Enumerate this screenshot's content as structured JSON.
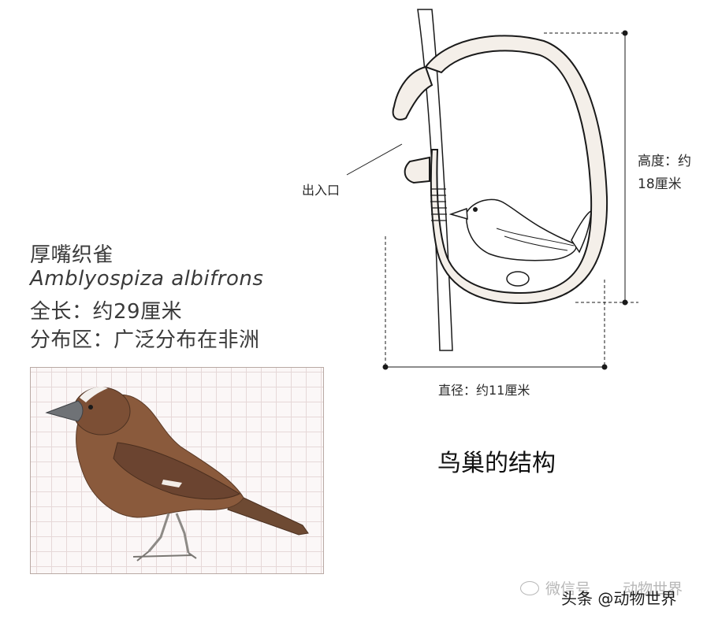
{
  "species": {
    "common_name": "厚嘴织雀",
    "scientific_name": "Amblyospiza albifrons",
    "total_length": "全长：约29厘米",
    "distribution": "分布区：广泛分布在非洲"
  },
  "diagram": {
    "entrance_label": "出入口",
    "height_label_line1": "高度：约",
    "height_label_line2": "18厘米",
    "diameter_label": "直径：约11厘米",
    "caption": "鸟巢的结构"
  },
  "watermark": {
    "ghost_text": "微信号",
    "ghost_text_2": "动物世界",
    "text": "头条 @动物世界"
  },
  "colors": {
    "bird_brown": "#8a5a3c",
    "nest_fill": "#f6f1ec",
    "grid_line": "#e6d8d8"
  }
}
